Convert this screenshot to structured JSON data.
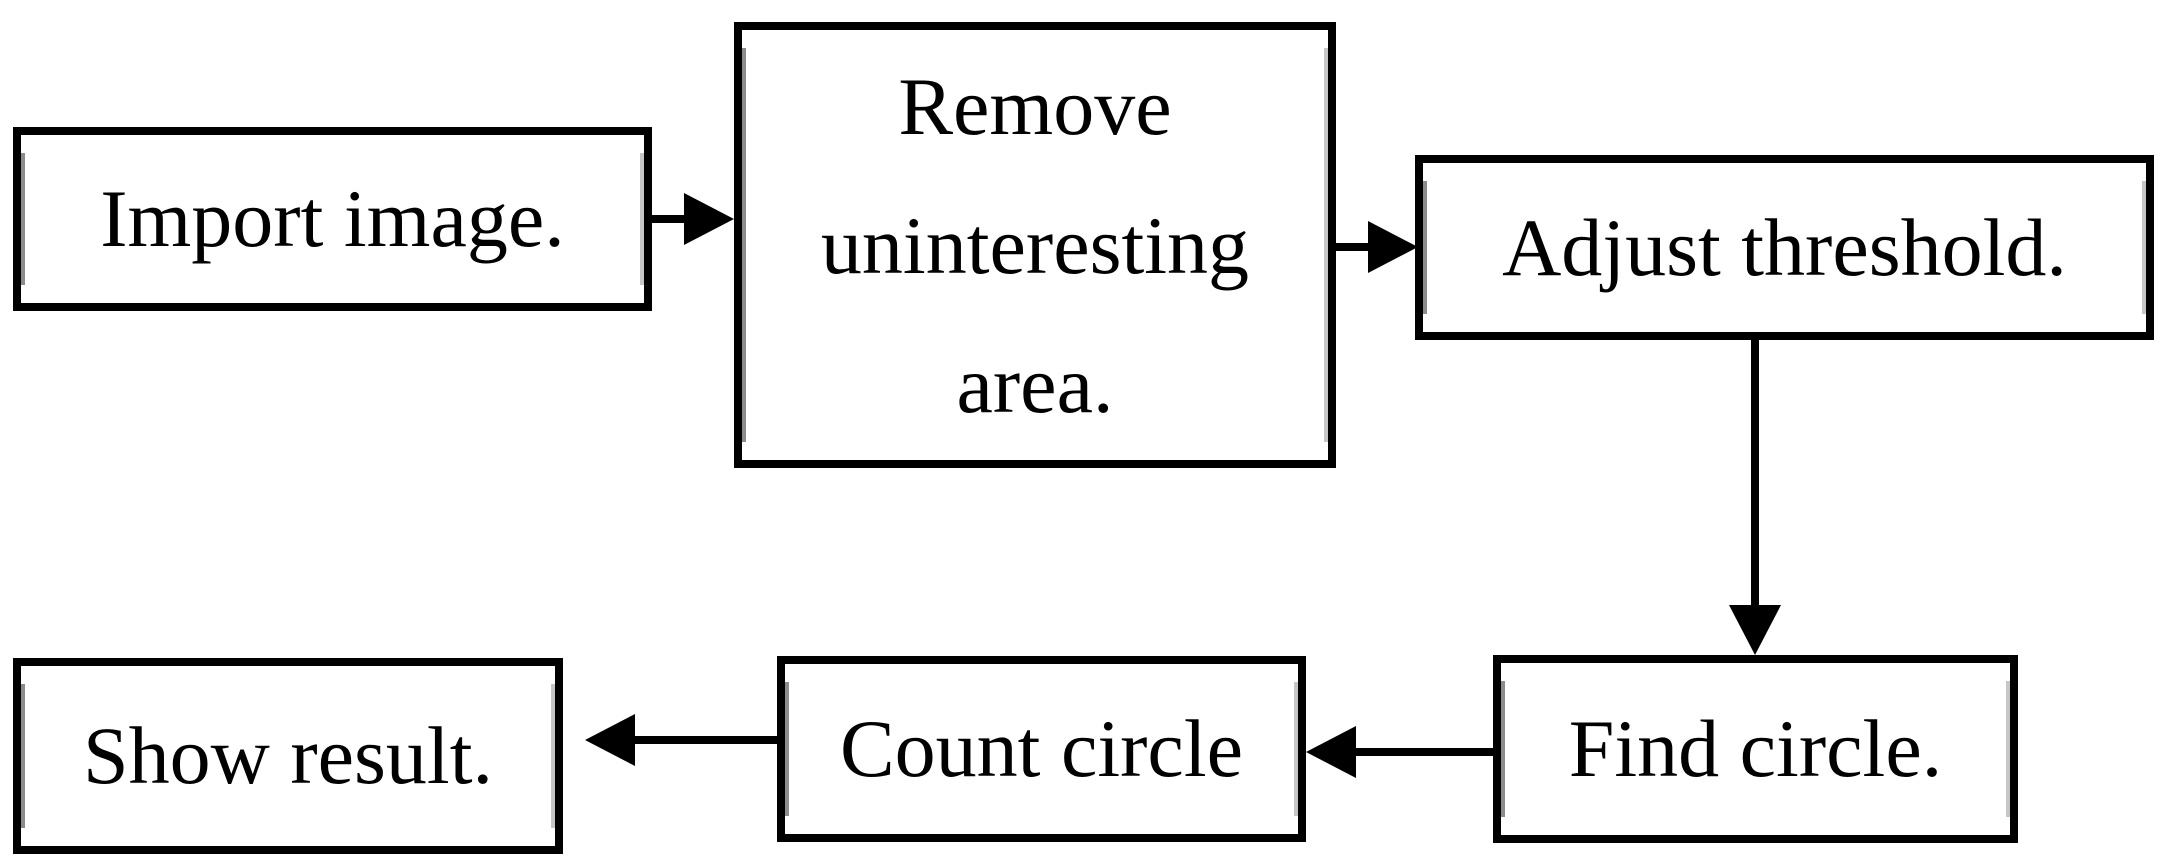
{
  "diagram": {
    "type": "flowchart",
    "description": "Circle-counting image processing pipeline flowchart",
    "nodes": [
      {
        "id": "import",
        "label": "Import image."
      },
      {
        "id": "remove",
        "label": "Remove\nuninteresting\narea."
      },
      {
        "id": "adjust",
        "label": "Adjust threshold."
      },
      {
        "id": "find",
        "label": "Find circle."
      },
      {
        "id": "count",
        "label": "Count circle"
      },
      {
        "id": "show",
        "label": "Show result."
      }
    ],
    "edges": [
      {
        "from": "import",
        "to": "remove",
        "direction": "right"
      },
      {
        "from": "remove",
        "to": "adjust",
        "direction": "right"
      },
      {
        "from": "adjust",
        "to": "find",
        "direction": "down"
      },
      {
        "from": "find",
        "to": "count",
        "direction": "left"
      },
      {
        "from": "count",
        "to": "show",
        "direction": "left"
      }
    ],
    "colors": {
      "background": "#ffffff",
      "box_fill": "#ffffff",
      "box_border": "#000000",
      "text": "#000000",
      "arrow": "#000000",
      "inner_line_left": "#8c8c8c",
      "inner_line_right": "#c6c6c6"
    }
  }
}
